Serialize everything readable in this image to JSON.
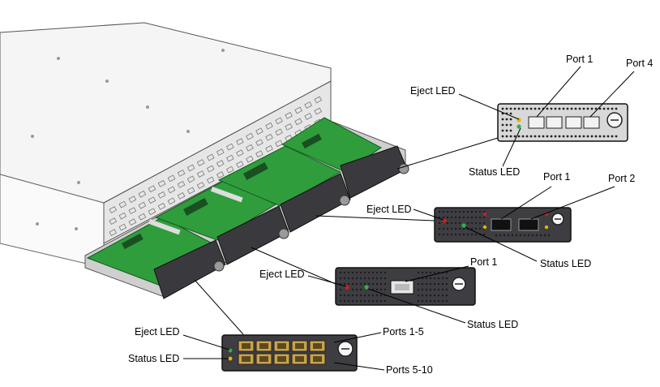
{
  "colors": {
    "chassis_top": "#f4f4f4",
    "chassis_line": "#555555",
    "board_green": "#2e9b3c",
    "board_dark": "#1f7a2a",
    "module_dark": "#3f3f44",
    "module_light": "#d9d9d9",
    "led_red": "#d81b1b",
    "led_green": "#2fb24a",
    "led_amber": "#e8b400"
  },
  "callouts": {
    "m1": {
      "eject": "Eject LED",
      "status": "Status LED",
      "port_a": "Port 1",
      "port_b": "Port 4"
    },
    "m2": {
      "eject": "Eject LED",
      "status": "Status LED",
      "port_a": "Port 1",
      "port_b": "Port 2"
    },
    "m3": {
      "eject": "Eject LED",
      "status": "Status LED",
      "port_a": "Port 1"
    },
    "m4": {
      "eject": "Eject LED",
      "status": "Status LED",
      "ports_top": "Ports 1-5",
      "ports_bottom": "Ports 5-10"
    }
  }
}
